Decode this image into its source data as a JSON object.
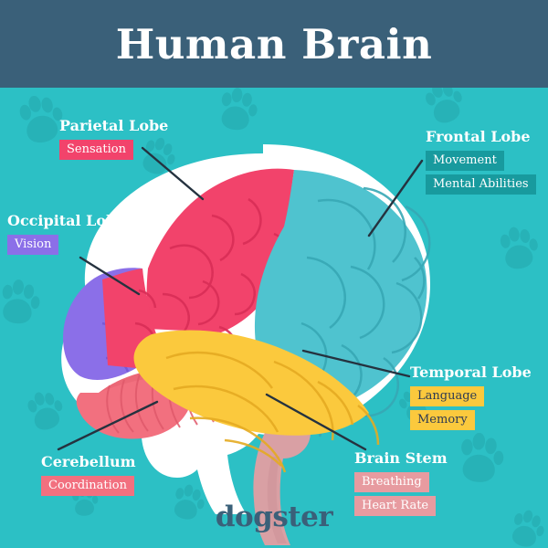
{
  "header": {
    "title": "Human Brain"
  },
  "colors": {
    "header_bg": "#3a6079",
    "background": "#2cc0c5",
    "parietal": "#f2436b",
    "frontal": "#4fc3cf",
    "occipital": "#8b6fe8",
    "temporal": "#fbc93d",
    "cerebellum": "#f2707f",
    "brain_stem": "#d9a0a4",
    "halo": "#ffffff",
    "leader_line": "#25323f",
    "logo": "#3a6079"
  },
  "callouts": [
    {
      "id": "parietal",
      "title": "Parietal Lobe",
      "badges": [
        {
          "label": "Sensation",
          "style": "pink"
        }
      ]
    },
    {
      "id": "occipital",
      "title": "Occipital Lobe",
      "badges": [
        {
          "label": "Vision",
          "style": "purple"
        }
      ]
    },
    {
      "id": "frontal",
      "title": "Frontal Lobe",
      "badges": [
        {
          "label": "Movement",
          "style": "dteal"
        },
        {
          "label": "Mental Abilities",
          "style": "dteal"
        }
      ]
    },
    {
      "id": "temporal",
      "title": "Temporal Lobe",
      "badges": [
        {
          "label": "Language",
          "style": "yellow"
        },
        {
          "label": "Memory",
          "style": "yellow"
        }
      ]
    },
    {
      "id": "cerebellum",
      "title": "Cerebellum",
      "badges": [
        {
          "label": "Coordination",
          "style": "salmon"
        }
      ]
    },
    {
      "id": "brain_stem",
      "title": "Brain Stem",
      "badges": [
        {
          "label": "Breathing",
          "style": "rose"
        },
        {
          "label": "Heart Rate",
          "style": "rose"
        }
      ]
    }
  ],
  "footer": {
    "logo": "dogster"
  }
}
